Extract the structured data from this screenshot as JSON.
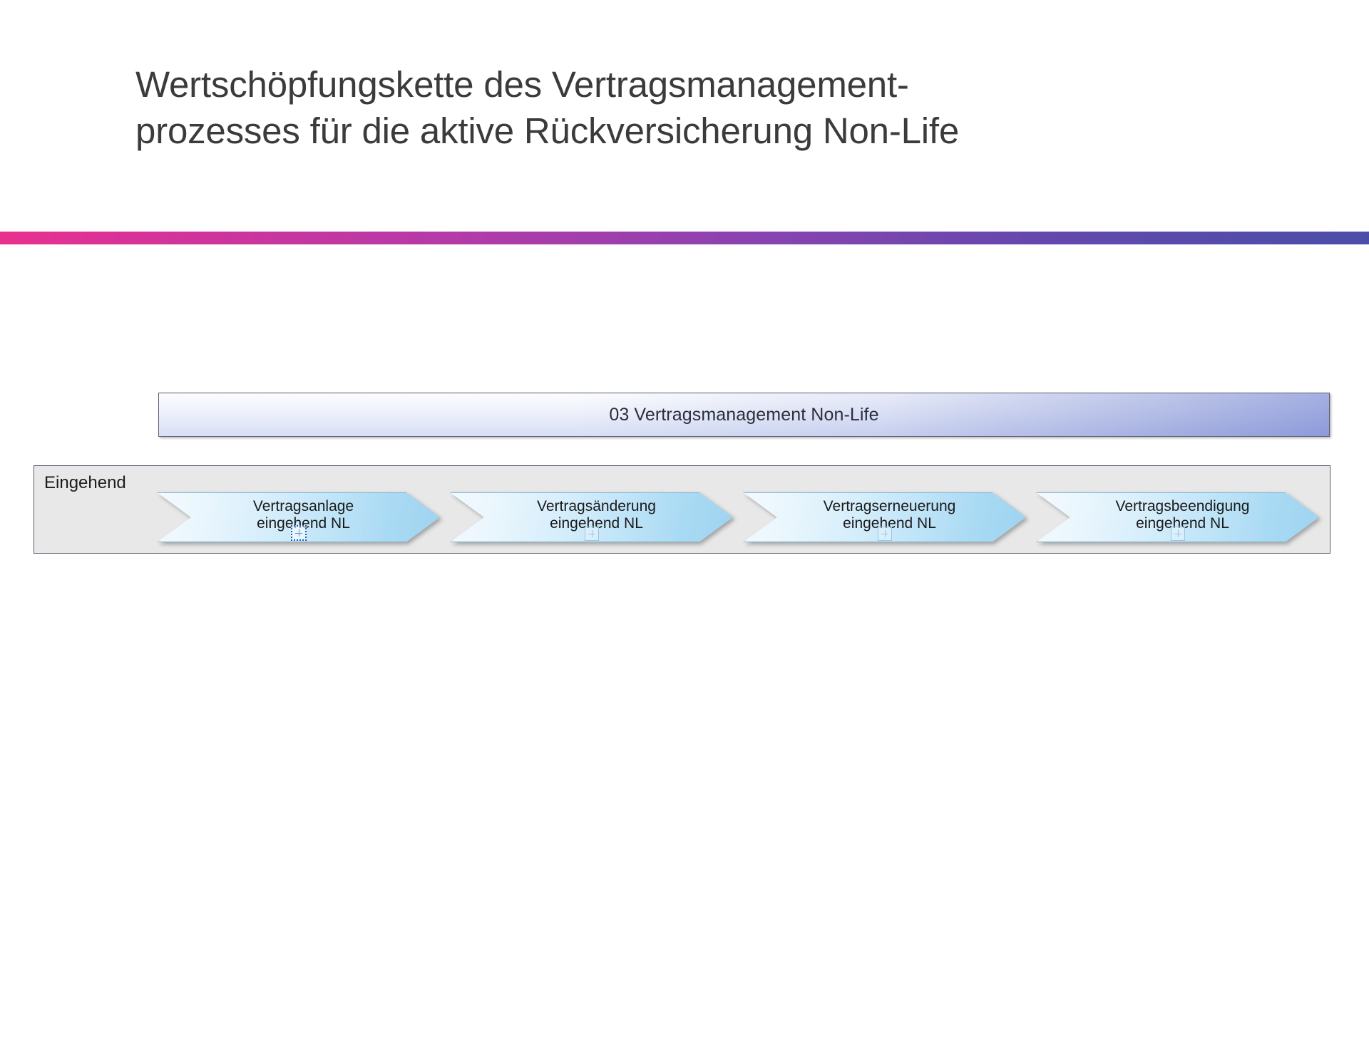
{
  "slide": {
    "title": "Wertschöpfungskette des Vertragsmanagement-\nprozesses für die aktive Rückversicherung Non-Life",
    "accent_colors": {
      "gradient_start": "#e8318e",
      "gradient_mid": "#8a43b0",
      "gradient_end": "#4b4ea8"
    }
  },
  "process": {
    "header_label": "03 Vertragsmanagement Non-Life",
    "header_colors": {
      "fill_left": "#ffffff",
      "fill_right": "#a6b0e2",
      "border": "#5a5f72"
    },
    "lane": {
      "label": "Eingehend",
      "background": "#e8e8e8",
      "border": "#5a5f72"
    },
    "steps": [
      {
        "label": "Vertragsanlage\neingehend NL",
        "drill_icon": "expand-plus-icon",
        "drill_icon_state": "selected"
      },
      {
        "label": "Vertragsänderung\neingehend NL",
        "drill_icon": "expand-plus-icon",
        "drill_icon_state": "normal"
      },
      {
        "label": "Vertragserneuerung\neingehend NL",
        "drill_icon": "expand-plus-icon",
        "drill_icon_state": "normal"
      },
      {
        "label": "Vertragsbeendigung\neingehend NL",
        "drill_icon": "expand-plus-icon",
        "drill_icon_state": "normal"
      }
    ],
    "step_colors": {
      "fill_light": "#f3fafe",
      "fill_dark": "#9ed3f0",
      "border": "#7fb8d8"
    }
  }
}
